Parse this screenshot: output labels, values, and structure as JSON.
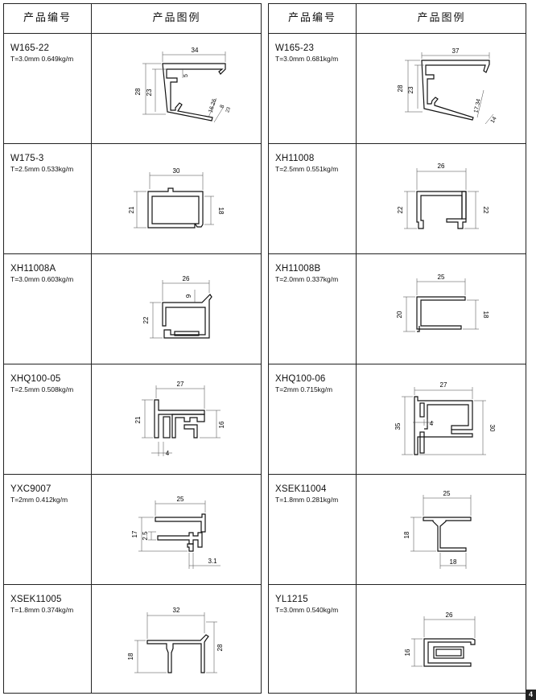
{
  "header": {
    "col_code": "产品编号",
    "col_drawing": "产品图例"
  },
  "left": [
    {
      "code": "W165-22",
      "spec": "T=3.0mm  0.649kg/m",
      "dims": [
        "34",
        "28",
        "23",
        "5",
        "16.26",
        "8",
        "23"
      ]
    },
    {
      "code": "W175-3",
      "spec": "T=2.5mm  0.533kg/m",
      "dims": [
        "30",
        "21",
        "18"
      ]
    },
    {
      "code": "XH11008A",
      "spec": "T=3.0mm  0.603kg/m",
      "dims": [
        "26",
        "9",
        "22"
      ]
    },
    {
      "code": "XHQ100-05",
      "spec": "T=2.5mm  0.508kg/m",
      "dims": [
        "27",
        "21",
        "16",
        "4"
      ]
    },
    {
      "code": "YXC9007",
      "spec": "T=2mm  0.412kg/m",
      "dims": [
        "25",
        "17",
        "2.5",
        "3.1"
      ]
    },
    {
      "code": "XSEK11005",
      "spec": "T=1.8mm  0.374kg/m",
      "dims": [
        "32",
        "18",
        "28"
      ]
    }
  ],
  "right": [
    {
      "code": "W165-23",
      "spec": "T=3.0mm  0.681kg/m",
      "dims": [
        "37",
        "28",
        "23",
        "17.34",
        "14"
      ]
    },
    {
      "code": "XH11008",
      "spec": "T=2.5mm  0.551kg/m",
      "dims": [
        "26",
        "22",
        "22"
      ]
    },
    {
      "code": "XH11008B",
      "spec": "T=2.0mm  0.337kg/m",
      "dims": [
        "25",
        "20",
        "18"
      ]
    },
    {
      "code": "XHQ100-06",
      "spec": "T=2mm  0.715kg/m",
      "dims": [
        "27",
        "35",
        "30",
        "4"
      ]
    },
    {
      "code": "XSEK11004",
      "spec": "T=1.8mm  0.281kg/m",
      "dims": [
        "25",
        "18",
        "18"
      ]
    },
    {
      "code": "YL1215",
      "spec": "T=3.0mm  0.540kg/m",
      "dims": [
        "26",
        "16"
      ]
    }
  ],
  "page_number": "4"
}
